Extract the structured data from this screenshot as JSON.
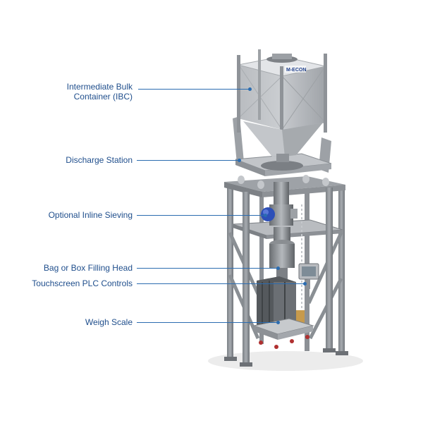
{
  "callouts": [
    {
      "id": "ibc",
      "lines": [
        "Intermediate Bulk",
        "Container (IBC)"
      ]
    },
    {
      "id": "discharge",
      "lines": [
        "Discharge Station"
      ]
    },
    {
      "id": "sieving",
      "lines": [
        "Optional Inline Sieving"
      ]
    },
    {
      "id": "filling",
      "lines": [
        "Bag or Box Filling Head"
      ]
    },
    {
      "id": "plc",
      "lines": [
        "Touchscreen PLC Controls"
      ]
    },
    {
      "id": "scale",
      "lines": [
        "Weigh Scale"
      ]
    }
  ],
  "ibc_brand": "M-ECON",
  "colors": {
    "label_text": "#1f4e8c",
    "leader_line": "#2b6cb0",
    "steel_frame": "#8a8f94",
    "stainless": "#c9ccd0",
    "motor_blue": "#2d4fb8"
  }
}
